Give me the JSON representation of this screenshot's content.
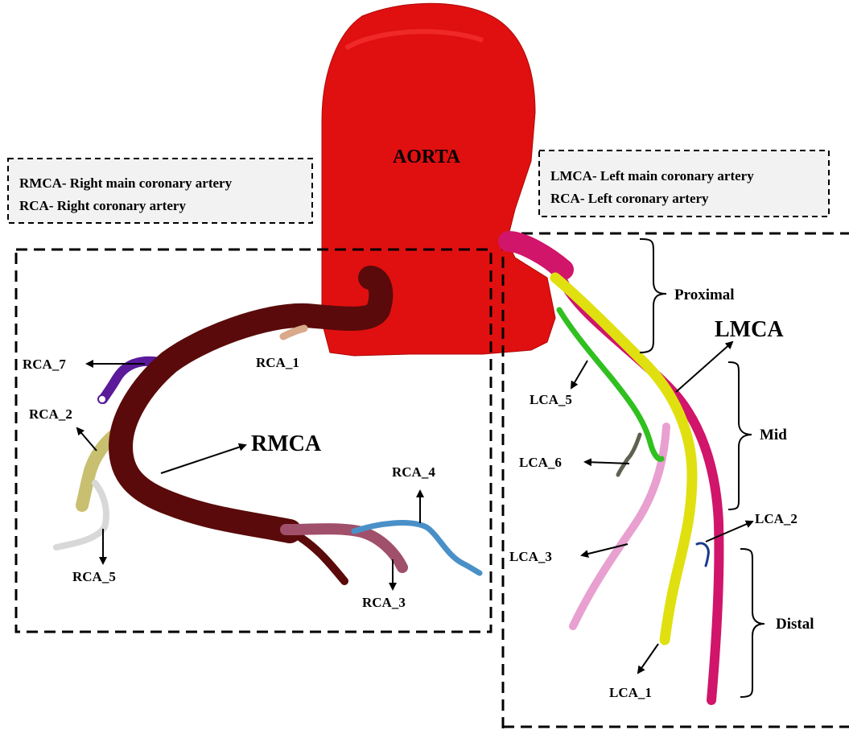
{
  "aorta": {
    "label": "AORTA",
    "color": "#e01010"
  },
  "legend_left": {
    "line1": "RMCA- Right main coronary artery",
    "line2": "RCA- Right coronary artery"
  },
  "legend_right": {
    "line1": "LMCA- Left main coronary artery",
    "line2": "RCA- Left coronary artery"
  },
  "right_tree": {
    "main_label": "RMCA",
    "branches": [
      "RCA_1",
      "RCA_2",
      "RCA_3",
      "RCA_4",
      "RCA_5",
      "RCA_7"
    ]
  },
  "left_tree": {
    "main_label": "LMCA",
    "branches": [
      "LCA_1",
      "LCA_2",
      "LCA_3",
      "LCA_5",
      "LCA_6"
    ]
  },
  "segments": {
    "proximal": "Proximal",
    "mid": "Mid",
    "distal": "Distal"
  },
  "colors": {
    "rmca": "#5a0a0a",
    "rca_1": "#d9a98a",
    "rca_2": "#c8c070",
    "rca_3": "#a0506a",
    "rca_4": "#4a90c8",
    "rca_5": "#d8d8d8",
    "rca_7": "#5a1a9a",
    "lmca": "#e0e010",
    "lmca_magenta": "#d0156a",
    "lca_3": "#e8a0d0",
    "lca_5": "#30c020",
    "lca_6": "#606050",
    "lca_2": "#1a3a8a"
  }
}
